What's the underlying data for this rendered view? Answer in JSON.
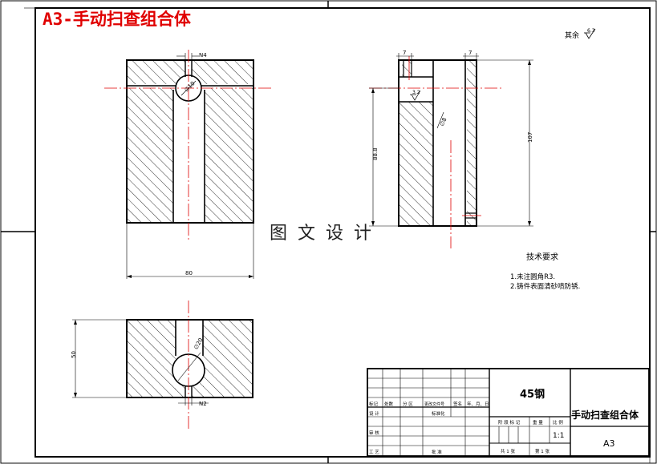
{
  "title": "A3-手动扫查组合体",
  "watermark": "图 文 设 计",
  "surface_finish_note": {
    "prefix": "其余",
    "value": "6.3"
  },
  "dimensions": {
    "front_top_slot": "N4",
    "front_hole_dia": "∅10",
    "front_width": "80",
    "bottom_height": "50",
    "bottom_hole_dia": "∅20",
    "bottom_slot": "N2",
    "side_top_left": "7",
    "side_top_right": "7",
    "side_height_inner": "88.8",
    "side_height_total": "107",
    "side_roughness": "3.2",
    "side_dia": "∅8"
  },
  "technical_requirements": {
    "heading": "技术要求",
    "items": [
      "1.未注圆角R3.",
      "2.铸件表面清砂喷防锈."
    ]
  },
  "title_block": {
    "material": "45钢",
    "part_name": "手动扫查组合体",
    "sheet_size": "A3",
    "scale": "1:1",
    "rev_headers": [
      "标记",
      "处数",
      "分 区",
      "更改文件号",
      "签名",
      "年、月、日"
    ],
    "design_label": "设 计",
    "standardize_label": "标准化",
    "review_label": "审 核",
    "process_label": "工 艺",
    "approve_label": "批 准",
    "stage_headers": [
      "阶 段 标 记",
      "重 量",
      "比 例"
    ],
    "sheet_total": "共 1 张",
    "sheet_index": "第 1 张"
  },
  "colors": {
    "border": "#000000",
    "centerline": "#e00000",
    "title_text": "#e00000",
    "hatch": "#000000"
  }
}
